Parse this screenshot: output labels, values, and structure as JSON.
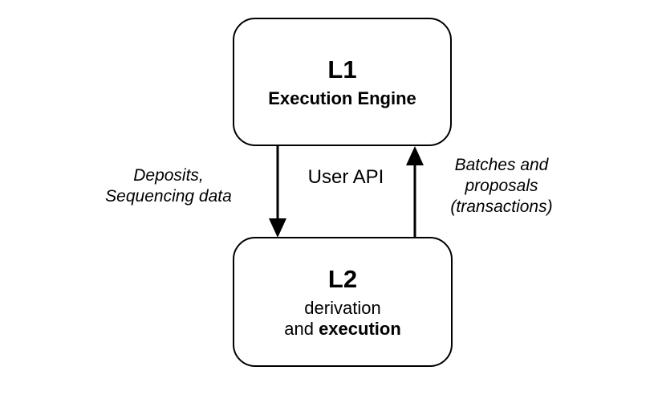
{
  "diagram": {
    "background_color": "#ffffff",
    "stroke_color": "#000000",
    "text_color": "#000000",
    "nodes": {
      "l1": {
        "title": "L1",
        "subtitle": "Execution Engine"
      },
      "l2": {
        "title": "L2",
        "line1": "derivation",
        "line2_regular": "and ",
        "line2_bold": "execution"
      }
    },
    "edges": {
      "left_down": {
        "direction": "l1-to-l2",
        "label_line1": "Deposits,",
        "label_line2": "Sequencing data"
      },
      "middle": {
        "label": "User API"
      },
      "right_up": {
        "direction": "l2-to-l1",
        "label_line1": "Batches and",
        "label_line2": "proposals",
        "label_line3": "(transactions)"
      }
    }
  }
}
